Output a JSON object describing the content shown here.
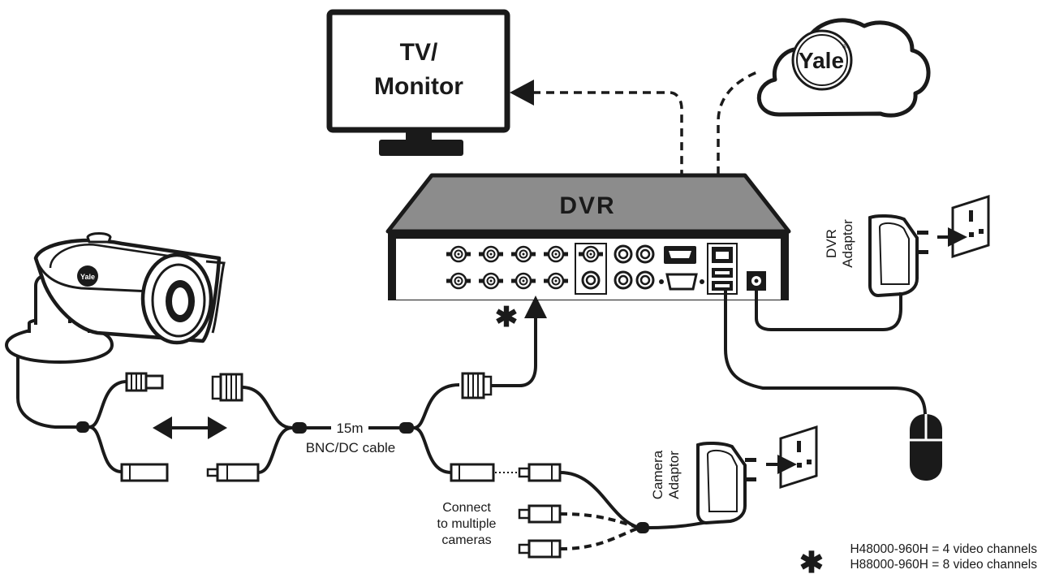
{
  "monitor": {
    "line1": "TV/",
    "line2": "Monitor"
  },
  "cloud": {
    "brand": "Yale",
    "registered": "®"
  },
  "dvr": {
    "label": "DVR"
  },
  "camera": {
    "badge": "Yale"
  },
  "dvr_adaptor": {
    "line1": "DVR",
    "line2": "Adaptor"
  },
  "camera_adaptor": {
    "line1": "Camera",
    "line2": "Adaptor"
  },
  "cable": {
    "length": "15m",
    "type": "BNC/DC cable"
  },
  "multi": {
    "line1": "Connect",
    "line2": "to multiple",
    "line3": "cameras"
  },
  "note": {
    "symbol": "✱",
    "line1": "H48000-960H = 4 video channels",
    "line2": "H88000-960H = 8 video channels"
  },
  "asterisk": "✱"
}
